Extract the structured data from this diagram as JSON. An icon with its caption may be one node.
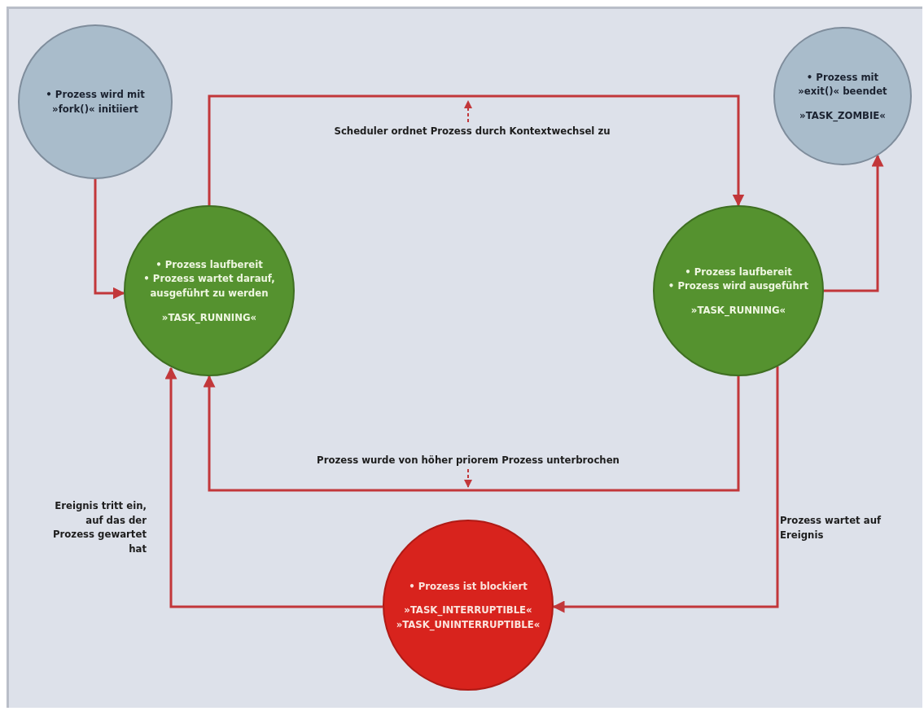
{
  "diagram": {
    "nodes": [
      {
        "text": [
          "• Prozess wird mit »fork()« initiiert"
        ]
      },
      {
        "text": [
          "• Prozess mit »exit()« beendet",
          "»TASK_ZOMBIE«"
        ]
      },
      {
        "text": [
          "• Prozess laufbereit",
          "• Prozess wartet darauf, ausgeführt zu werden",
          "»TASK_RUNNING«"
        ]
      },
      {
        "text": [
          "• Prozess laufbereit",
          "• Prozess wird ausgeführt",
          "»TASK_RUNNING«"
        ]
      },
      {
        "text": [
          "• Prozess ist blockiert",
          "»TASK_INTERRUPTIBLE« »TASK_UNINTERRUPTIBLE«"
        ]
      }
    ],
    "edges": [
      {
        "from": 0,
        "to": 2,
        "arrow": "to"
      },
      {
        "from": 2,
        "to": 3,
        "arrow": "to",
        "label": "Scheduler ordnet Prozess durch Kontextwechsel zu"
      },
      {
        "from": 3,
        "to": 2,
        "arrow": "to",
        "label": "Prozess wurde von höher priorem Prozess unterbrochen"
      },
      {
        "from": 3,
        "to": 1,
        "arrow": "to"
      },
      {
        "from": 3,
        "to": 4,
        "arrow": "to",
        "label": "Prozess wartet auf Ereignis"
      },
      {
        "from": 4,
        "to": 2,
        "arrow": "to",
        "label": "Ereignis tritt ein, auf das der Prozess gewartet hat"
      }
    ]
  }
}
